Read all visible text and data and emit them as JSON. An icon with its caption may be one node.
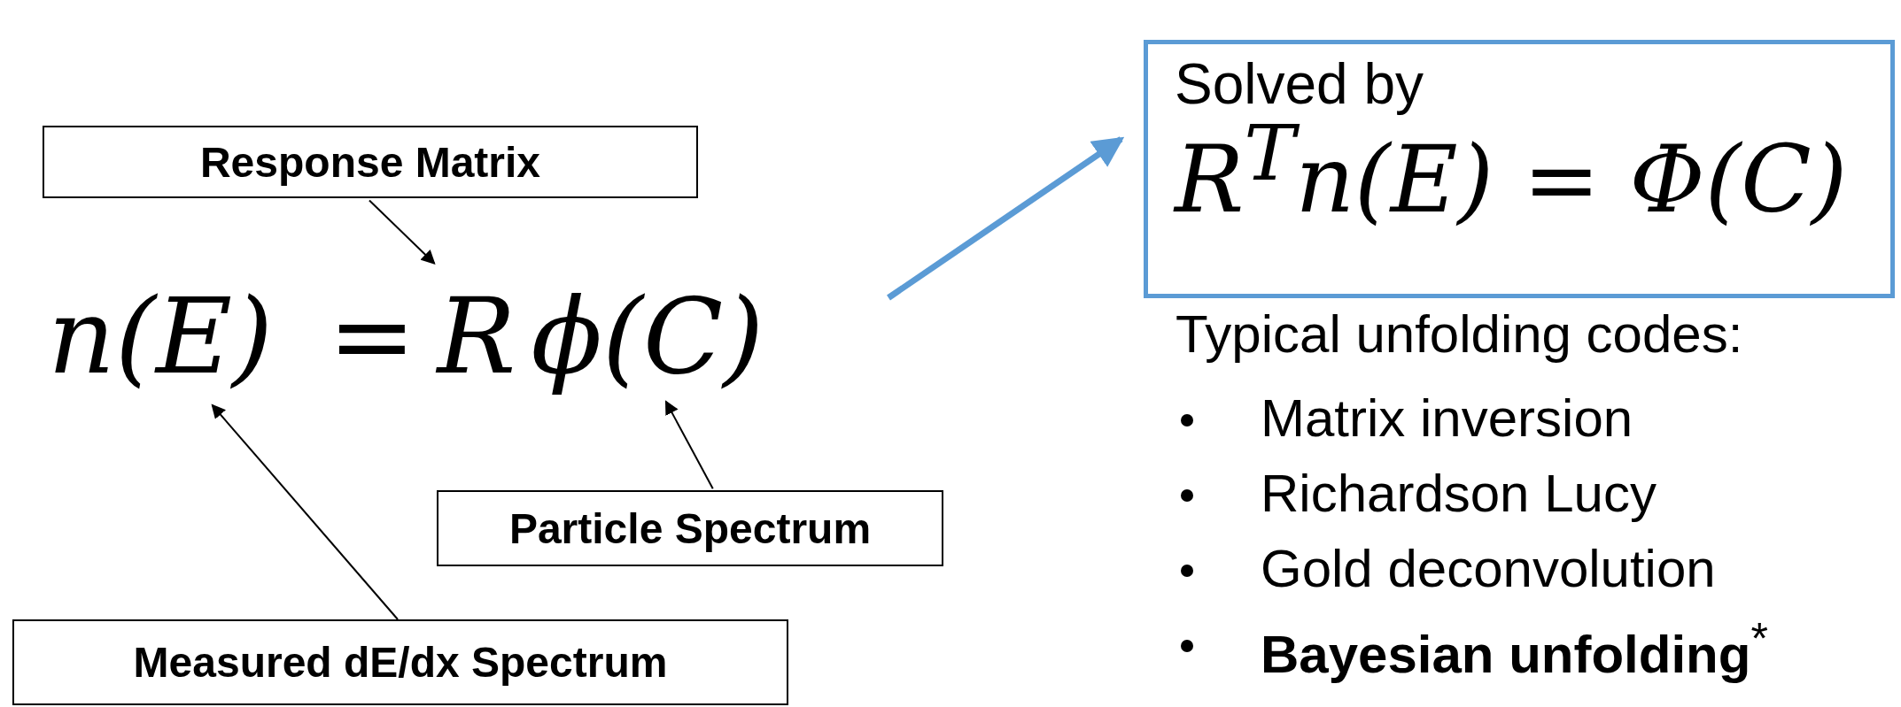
{
  "diagram": {
    "nodes": [
      {
        "text": [
          "Response Matrix"
        ]
      },
      {
        "text": [
          "Particle Spectrum"
        ]
      },
      {
        "text": [
          "Measured dE/dx Spectrum"
        ]
      },
      {
        "text": [
          "n(E)"
        ]
      },
      {
        "text": [
          "R"
        ]
      },
      {
        "text": [
          "ϕ(C)"
        ]
      },
      {
        "text": [
          "Solved by",
          "R$^{T}$n(E) = Φ(C)"
        ]
      }
    ],
    "edges": [
      {
        "from": 0,
        "to": 4,
        "arrow": "to"
      },
      {
        "from": 1,
        "to": 5,
        "arrow": "to"
      },
      {
        "from": 2,
        "to": 3,
        "arrow": "to"
      },
      {
        "from": 5,
        "to": 6,
        "arrow": "to",
        "style": "thick",
        "color": "#5b9bd5"
      }
    ],
    "labels": [
      "=",
      "Typical unfolding codes:",
      "Matrix inversion",
      "Richardson Lucy",
      "Gold deconvolution",
      "**Bayesian unfolding**$^{*}$"
    ]
  }
}
